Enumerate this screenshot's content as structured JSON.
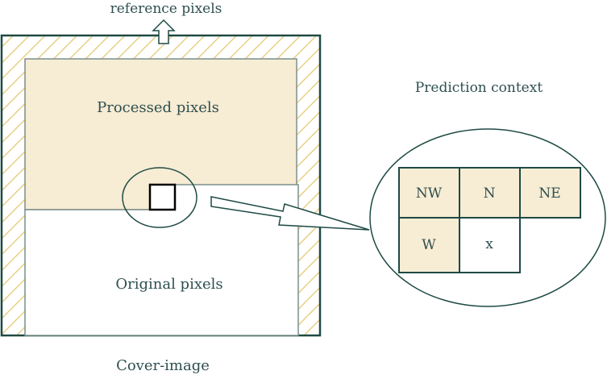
{
  "labels": {
    "reference": "reference pixels",
    "processed": "Processed pixels",
    "original": "Original pixels",
    "cover": "Cover-image",
    "prediction": "Prediction context"
  },
  "context": {
    "nw": "NW",
    "n": "N",
    "ne": "NE",
    "w": "W",
    "x": "x"
  },
  "colors": {
    "stroke": "#1e4a44",
    "processed_fill": "#f7ecd4",
    "hatch": "#e8cf86",
    "white": "#ffffff"
  }
}
